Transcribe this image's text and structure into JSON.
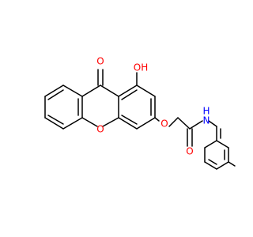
{
  "molecule": {
    "atom_labels": {
      "carbonyl_o": "O",
      "hydroxyl": "OH",
      "ring_o": "O",
      "ether_o": "O",
      "amide_o": "O",
      "amide_n": "N",
      "amide_h": "H"
    },
    "colors": {
      "bond": "#000000",
      "oxygen": "#ff0000",
      "nitrogen": "#0000ff",
      "background": "#ffffff"
    }
  }
}
